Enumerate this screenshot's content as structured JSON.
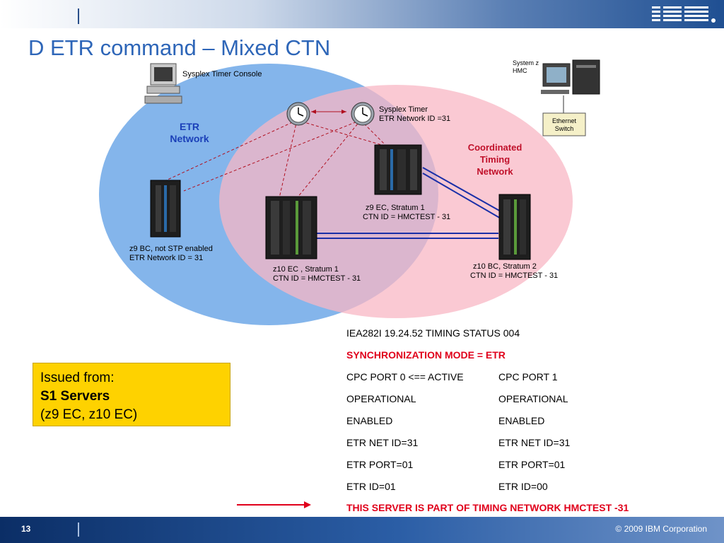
{
  "slide": {
    "title": "D ETR command – Mixed CTN",
    "page_number": "13",
    "copyright": "© 2009 IBM Corporation",
    "logo": "IBM"
  },
  "diagram": {
    "sysplex_timer_console": "Sysplex Timer Console",
    "system_z_hmc": [
      "System z",
      "HMC"
    ],
    "ethernet_switch": [
      "Ethernet",
      "Switch"
    ],
    "sysplex_timer": [
      "Sysplex Timer",
      "ETR Network ID =31"
    ],
    "etr_network": [
      "ETR",
      "Network"
    ],
    "coordinated_timing_network": [
      "Coordinated",
      "Timing",
      "Network"
    ],
    "z9ec": [
      "z9 EC, Stratum  1",
      "CTN ID = HMCTEST - 31"
    ],
    "z9bc": [
      "z9 BC, not STP enabled",
      "ETR Network ID = 31"
    ],
    "z10ec": [
      "z10 EC , Stratum 1",
      "CTN ID = HMCTEST - 31"
    ],
    "z10bc": [
      "z10 BC,  Stratum 2",
      "CTN ID = HMCTEST - 31"
    ],
    "colors": {
      "etr_ellipse": "#6fa8e8",
      "ctn_ellipse": "#f8b7c4",
      "ctn_text": "#c0102a",
      "etr_text": "#1a3fb8"
    }
  },
  "issued_from": {
    "line1": "Issued from:",
    "line2": "S1 Servers",
    "line3": "(z9 EC, z10 EC)"
  },
  "timing_status": {
    "header": "IEA282I 19.24.52 TIMING STATUS 004",
    "sync_mode": "SYNCHRONIZATION MODE = ETR",
    "rows": [
      [
        "CPC PORT 0 <== ACTIVE",
        "CPC PORT 1"
      ],
      [
        "OPERATIONAL",
        "OPERATIONAL"
      ],
      [
        "ENABLED",
        "ENABLED"
      ],
      [
        "ETR NET ID=31",
        "ETR NET ID=31"
      ],
      [
        "ETR PORT=01",
        "ETR PORT=01"
      ],
      [
        "ETR ID=01",
        "ETR ID=00"
      ]
    ],
    "footer": "THIS SERVER IS PART OF TIMING NETWORK HMCTEST -31"
  }
}
